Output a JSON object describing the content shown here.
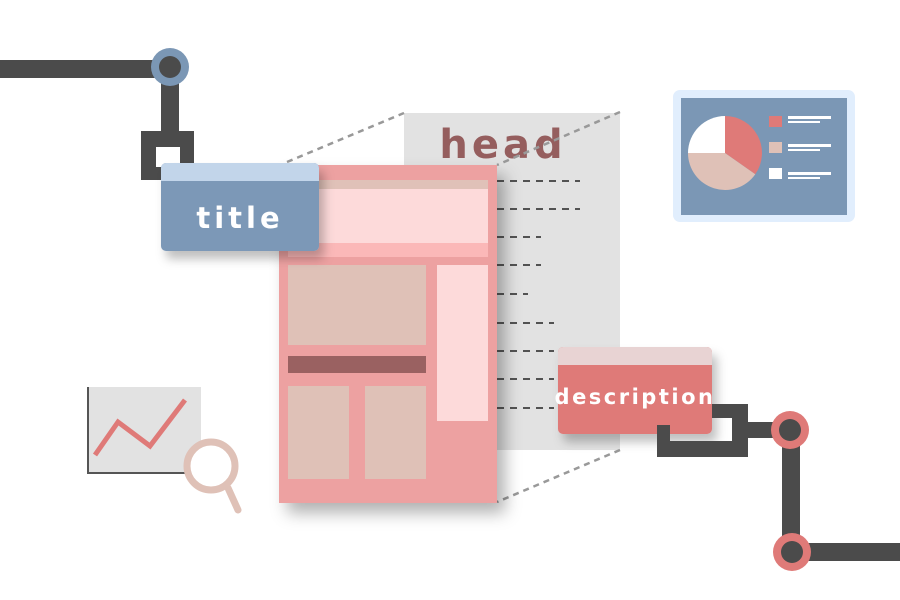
{
  "labels": {
    "head": "head",
    "title": "title",
    "description": "description"
  },
  "colors": {
    "arm": "#4b4b4b",
    "blue": "#7b98b7",
    "blue_light": "#c2d5ea",
    "red": "#df7a78",
    "pink": "#eda1a1",
    "beige": "#dfc1b7",
    "panel_gray": "#e2e2e2",
    "head_text": "#955e5e"
  },
  "icons": [
    "robot-arm-icon",
    "pie-chart-screen-icon",
    "line-chart-icon",
    "magnifier-icon",
    "web-page-icon"
  ]
}
